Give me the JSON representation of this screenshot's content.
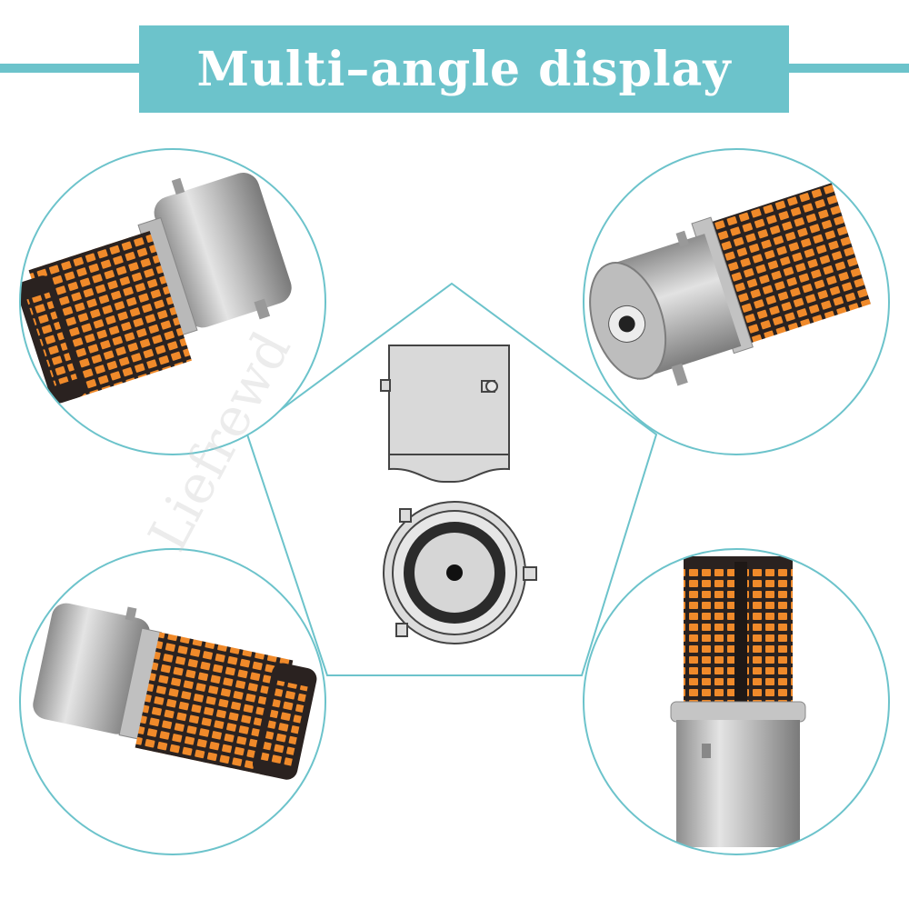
{
  "header": {
    "title": "Multi–angle display"
  },
  "watermark": {
    "text": "Liefrewd"
  },
  "colors": {
    "accent": "#6cc3cb",
    "led_amber": "#f08a2a",
    "silver": "#c9c9c9",
    "pcb_dark": "#2a2220"
  },
  "views": [
    {
      "name": "view-top-left",
      "description_icon": "bulb-angled-left-icon"
    },
    {
      "name": "view-top-right",
      "description_icon": "bulb-base-end-icon"
    },
    {
      "name": "view-bottom-left",
      "description_icon": "bulb-lying-icon"
    },
    {
      "name": "view-bottom-right",
      "description_icon": "bulb-upright-icon"
    }
  ]
}
